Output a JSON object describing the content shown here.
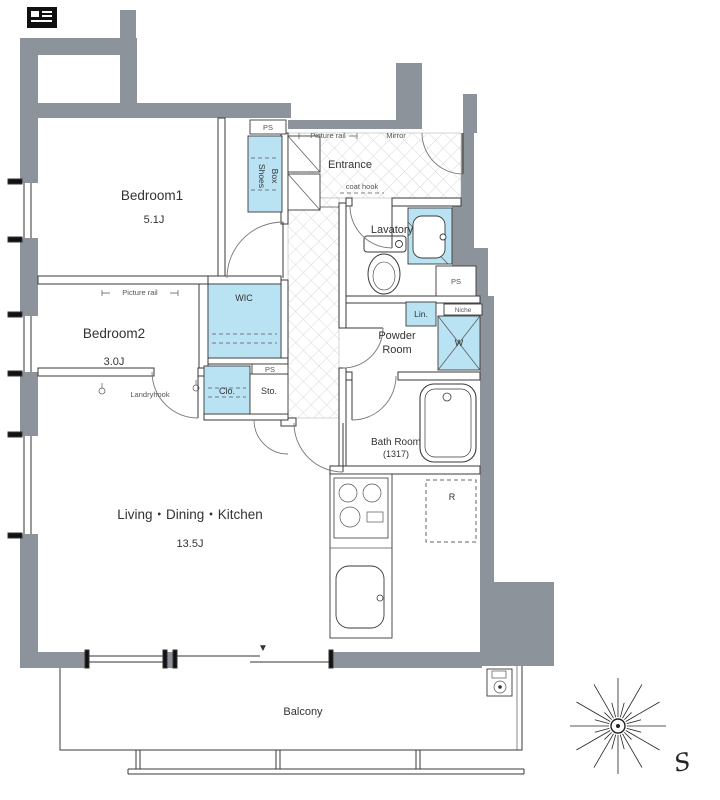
{
  "rooms": {
    "bedroom1": {
      "name": "Bedroom1",
      "size": "5.1J"
    },
    "bedroom2": {
      "name": "Bedroom2",
      "size": "3.0J"
    },
    "ldk": {
      "name": "Living・Dining・Kitchen",
      "size": "13.5J"
    },
    "entrance": {
      "name": "Entrance"
    },
    "lavatory": {
      "name": "Lavatory"
    },
    "powder": {
      "line1": "Powder",
      "line2": "Room"
    },
    "bath": {
      "line1": "Bath Room",
      "line2": "(1317)"
    },
    "balcony": {
      "name": "Balcony"
    },
    "wic": {
      "name": "WIC"
    }
  },
  "fixtures": {
    "shoes_box": {
      "line1": "Shoes",
      "line2": "Box"
    },
    "closet": "Clo.",
    "storage": "Sto.",
    "linen": "Lin.",
    "washer": "W",
    "fridge": "R",
    "niche": "Niche",
    "ps": "PS"
  },
  "notes": {
    "picture_rail": "Picture rail",
    "mirror": "Mirror",
    "coat_hook": "coat hook",
    "laundry_hook": "Landryhook",
    "balcony_marker": "▼",
    "compass_letter": "S"
  },
  "colors": {
    "wall": "#8d939b",
    "fixture_fill": "#b9e2f3",
    "line": "#3a3a3a"
  }
}
